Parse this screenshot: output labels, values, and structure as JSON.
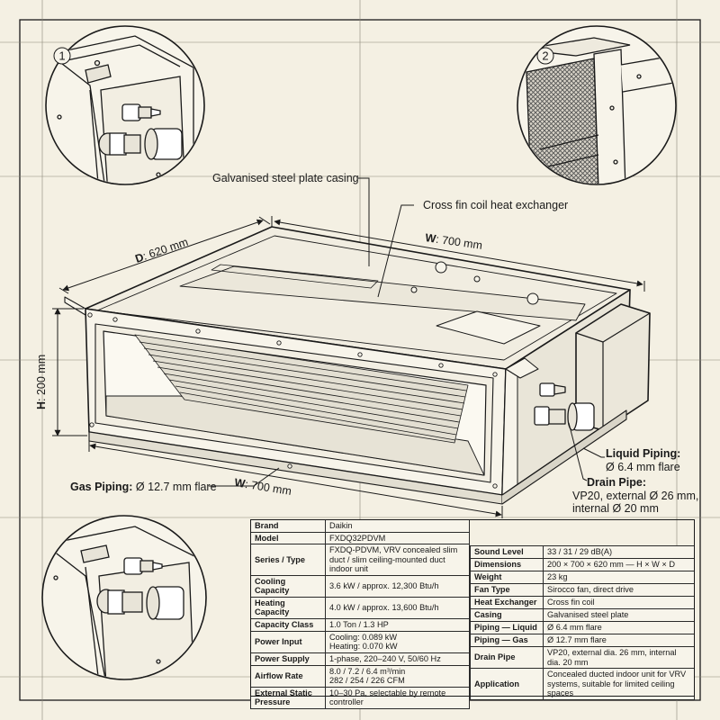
{
  "callouts": {
    "detail_1": "1",
    "detail_2": "2",
    "casing": "Galvanised steel plate casing",
    "coil": "Cross fin coil heat exchanger",
    "depth_prefix": "D",
    "depth_value": ": 620 mm",
    "width_top_prefix": "W",
    "width_top_value": ": 700 mm",
    "height_prefix": "H",
    "height_value": ": 200 mm",
    "width_bottom_prefix": "W",
    "width_bottom_value": ": 700 mm",
    "gas_label": "Gas Piping:",
    "gas_value": " Ø 12.7 mm flare",
    "liquid_label": "Liquid Piping:",
    "liquid_value": "Ø 6.4 mm flare",
    "drain_label": "Drain Pipe:",
    "drain_value_1": "VP20, external Ø 26 mm,",
    "drain_value_2": "internal Ø 20 mm"
  },
  "spec_left": [
    {
      "key": "Brand",
      "value": "Daikin"
    },
    {
      "key": "Model",
      "value": "FXDQ32PDVM"
    },
    {
      "key": "Series / Type",
      "value": "FXDQ-PDVM, VRV concealed slim duct / slim ceiling-mounted duct indoor unit"
    },
    {
      "key": "Cooling Capacity",
      "value": "3.6 kW / approx. 12,300 Btu/h"
    },
    {
      "key": "Heating Capacity",
      "value": "4.0 kW / approx. 13,600 Btu/h"
    },
    {
      "key": "Capacity Class",
      "value": "1.0 Ton / 1.3 HP"
    },
    {
      "key": "Power Input",
      "value": "Cooling: 0.089 kW",
      "value2": "Heating: 0.070 kW"
    },
    {
      "key": "Power Supply",
      "value": "1-phase, 220–240 V, 50/60 Hz"
    },
    {
      "key": "Airflow Rate",
      "value": "8.0 / 7.2 / 6.4 m³/min",
      "value2": "282 / 254 / 226 CFM"
    },
    {
      "key": "External Static Pressure",
      "value": "10–30 Pa, selectable by remote controller"
    }
  ],
  "spec_right": [
    {
      "key": "Sound Level",
      "value": "33 / 31 / 29 dB(A)"
    },
    {
      "key": "Dimensions",
      "value": "200 × 700 × 620 mm — H × W × D"
    },
    {
      "key": "Weight",
      "value": "23 kg"
    },
    {
      "key": "Fan Type",
      "value": "Sirocco fan, direct drive"
    },
    {
      "key": "Heat Exchanger",
      "value": "Cross fin coil"
    },
    {
      "key": "Casing",
      "value": "Galvanised steel plate"
    },
    {
      "key": "Piping — Liquid",
      "value": "Ø 6.4 mm flare"
    },
    {
      "key": "Piping — Gas",
      "value": "Ø 12.7 mm flare"
    },
    {
      "key": "Drain Pipe",
      "value": "VP20, external dia. 26 mm, internal dia. 20 mm"
    },
    {
      "key": "Application",
      "value": "Concealed ducted indoor unit for VRV systems, suitable for limited ceiling spaces"
    }
  ]
}
